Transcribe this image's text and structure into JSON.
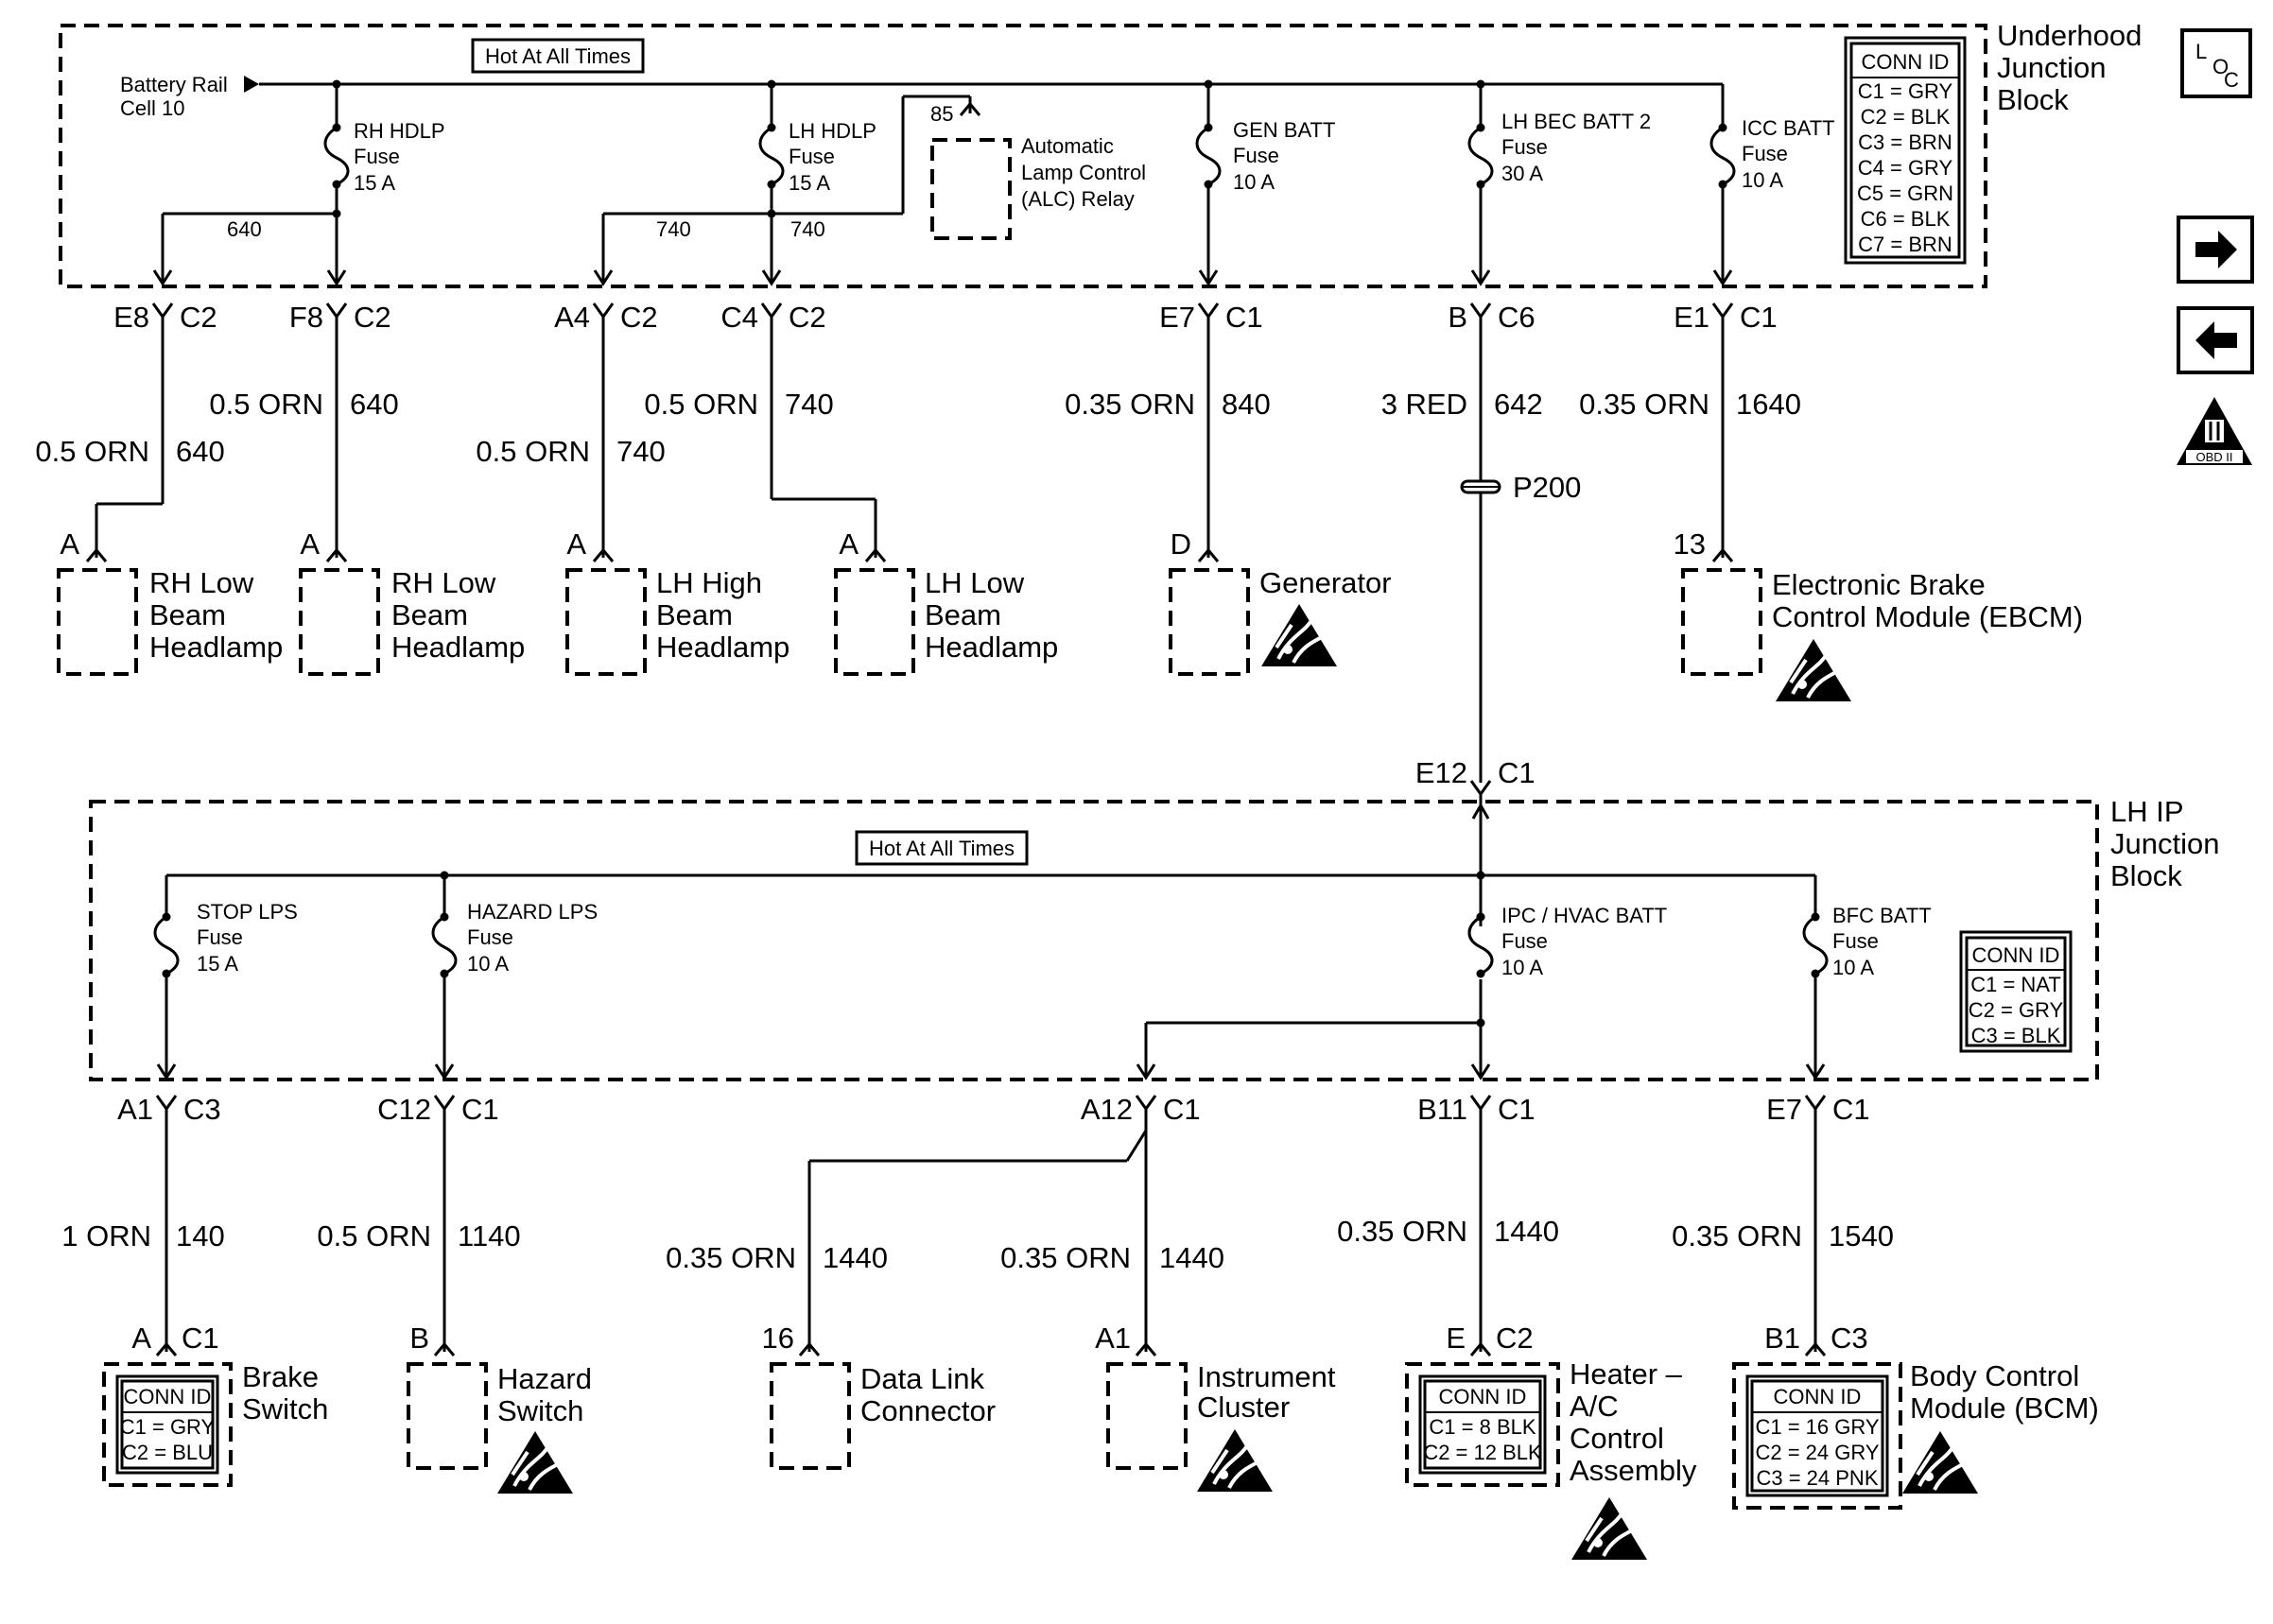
{
  "underhood": {
    "title": [
      "Underhood",
      "Junction",
      "Block"
    ],
    "hot_label": "Hot At All Times",
    "battery_rail": [
      "Battery Rail",
      "Cell 10"
    ],
    "conn_id": {
      "header": "CONN ID",
      "rows": [
        "C1 = GRY",
        "C2 = BLK",
        "C3 = BRN",
        "C4 = GRY",
        "C5 = GRN",
        "C6 = BLK",
        "C7 = BRN"
      ]
    },
    "fuses": [
      {
        "lines": [
          "RH HDLP",
          "Fuse",
          "15 A"
        ]
      },
      {
        "lines": [
          "LH HDLP",
          "Fuse",
          "15 A"
        ]
      },
      {
        "lines": [
          "GEN BATT",
          "Fuse",
          "10 A"
        ]
      },
      {
        "lines": [
          "LH BEC BATT 2",
          "Fuse",
          "30 A"
        ]
      },
      {
        "lines": [
          "ICC BATT",
          "Fuse",
          "10 A"
        ]
      }
    ],
    "relay": {
      "pin": "85",
      "lines": [
        "Automatic",
        "Lamp Control",
        "(ALC) Relay"
      ]
    },
    "internal_circuits": [
      "640",
      "740",
      "740"
    ],
    "terminals": [
      {
        "pin": "E8",
        "conn": "C2"
      },
      {
        "pin": "F8",
        "conn": "C2"
      },
      {
        "pin": "A4",
        "conn": "C2"
      },
      {
        "pin": "C4",
        "conn": "C2"
      },
      {
        "pin": "E7",
        "conn": "C1"
      },
      {
        "pin": "B",
        "conn": "C6"
      },
      {
        "pin": "E1",
        "conn": "C1"
      }
    ]
  },
  "wires_top": [
    {
      "color": "0.5 ORN",
      "circuit": "640"
    },
    {
      "color": "0.5 ORN",
      "circuit": "640"
    },
    {
      "color": "0.5 ORN",
      "circuit": "740"
    },
    {
      "color": "0.5 ORN",
      "circuit": "740"
    },
    {
      "color": "0.35 ORN",
      "circuit": "840"
    },
    {
      "color": "3 RED",
      "circuit": "642"
    },
    {
      "color": "0.35 ORN",
      "circuit": "1640"
    }
  ],
  "splice": "P200",
  "components_top": [
    {
      "pin": "A",
      "lines": [
        "RH Low",
        "Beam",
        "Headlamp"
      ]
    },
    {
      "pin": "A",
      "lines": [
        "RH Low",
        "Beam",
        "Headlamp"
      ]
    },
    {
      "pin": "A",
      "lines": [
        "LH High",
        "Beam",
        "Headlamp"
      ]
    },
    {
      "pin": "A",
      "lines": [
        "LH Low",
        "Beam",
        "Headlamp"
      ]
    },
    {
      "pin": "D",
      "lines": [
        "Generator"
      ]
    },
    {
      "pin": "13",
      "lines": [
        "Electronic Brake",
        "Control Module (EBCM)"
      ]
    }
  ],
  "lhip_entry": {
    "pin": "E12",
    "conn": "C1"
  },
  "lhip": {
    "title": [
      "LH IP",
      "Junction",
      "Block"
    ],
    "hot_label": "Hot At All Times",
    "conn_id": {
      "header": "CONN ID",
      "rows": [
        "C1 = NAT",
        "C2 = GRY",
        "C3 = BLK"
      ]
    },
    "fuses": [
      {
        "lines": [
          "STOP LPS",
          "Fuse",
          "15 A"
        ]
      },
      {
        "lines": [
          "HAZARD LPS",
          "Fuse",
          "10 A"
        ]
      },
      {
        "lines": [
          "IPC / HVAC BATT",
          "Fuse",
          "10 A"
        ]
      },
      {
        "lines": [
          "BFC BATT",
          "Fuse",
          "10 A"
        ]
      }
    ],
    "terminals": [
      {
        "pin": "A1",
        "conn": "C3"
      },
      {
        "pin": "C12",
        "conn": "C1"
      },
      {
        "pin": "A12",
        "conn": "C1"
      },
      {
        "pin": "B11",
        "conn": "C1"
      },
      {
        "pin": "E7",
        "conn": "C1"
      }
    ]
  },
  "wires_bottom": [
    {
      "color": "1 ORN",
      "circuit": "140"
    },
    {
      "color": "0.5 ORN",
      "circuit": "1140"
    },
    {
      "color": "0.35 ORN",
      "circuit": "1440"
    },
    {
      "color": "0.35 ORN",
      "circuit": "1440"
    },
    {
      "color": "0.35 ORN",
      "circuit": "1440"
    },
    {
      "color": "0.35 ORN",
      "circuit": "1540"
    }
  ],
  "components_bottom": [
    {
      "pin": "A",
      "conn": "C1",
      "lines": [
        "Brake",
        "Switch"
      ],
      "conn_id": {
        "header": "CONN ID",
        "rows": [
          "C1 = GRY",
          "C2 = BLU"
        ]
      }
    },
    {
      "pin": "B",
      "conn": "",
      "lines": [
        "Hazard",
        "Switch"
      ]
    },
    {
      "pin": "16",
      "conn": "",
      "lines": [
        "Data Link",
        "Connector"
      ]
    },
    {
      "pin": "A1",
      "conn": "",
      "lines": [
        "Instrument",
        "Cluster"
      ]
    },
    {
      "pin": "E",
      "conn": "C2",
      "lines": [
        "Heater –",
        "A/C",
        "Control",
        "Assembly"
      ],
      "conn_id": {
        "header": "CONN ID",
        "rows": [
          "C1 = 8 BLK",
          "C2 = 12 BLK"
        ]
      }
    },
    {
      "pin": "B1",
      "conn": "C3",
      "lines": [
        "Body Control",
        "Module (BCM)"
      ],
      "conn_id": {
        "header": "CONN ID",
        "rows": [
          "C1 = 16 GRY",
          "C2 = 24 GRY",
          "C3 = 24 PNK"
        ]
      }
    }
  ],
  "side_icons": {
    "loc_main": "L",
    "loc_sub": "O",
    "loc_sub2": "C",
    "obd_label": "OBD II"
  },
  "icons": [
    "esd-icon",
    "loc-icon",
    "arrow-right-icon",
    "arrow-left-icon",
    "obd-ii-icon"
  ]
}
